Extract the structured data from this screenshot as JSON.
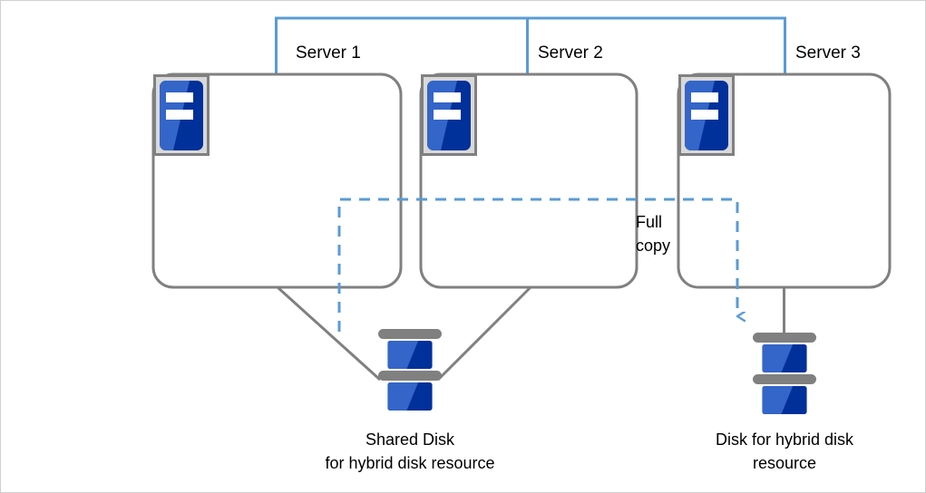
{
  "diagram": {
    "title_present": false,
    "background_color": "#ffffff",
    "frame_border_color": "#d0d0d0",
    "colors": {
      "network_line": "#5a9bd5",
      "dashed_replication": "#5a9bd5",
      "server_outline": "#808080",
      "connector_line": "#808080",
      "icon_blue_light": "#3465C8",
      "icon_blue_dark": "#00309A",
      "icon_frame_gray": "#808080",
      "icon_frame_fill": "#d9d9d9",
      "disk_band_gray": "#808080",
      "text": "#000000"
    },
    "servers": [
      {
        "id": "server-1",
        "label": "Server 1"
      },
      {
        "id": "server-2",
        "label": "Server 2"
      },
      {
        "id": "server-3",
        "label": "Server 3"
      }
    ],
    "annotations": [
      {
        "id": "full-copy",
        "line1": "Full",
        "line2": "copy"
      }
    ],
    "disks": [
      {
        "id": "shared-disk",
        "line1": "Shared Disk",
        "line2": "for hybrid disk resource"
      },
      {
        "id": "hybrid-disk",
        "line1": "Disk for hybrid disk",
        "line2": "resource"
      }
    ]
  }
}
